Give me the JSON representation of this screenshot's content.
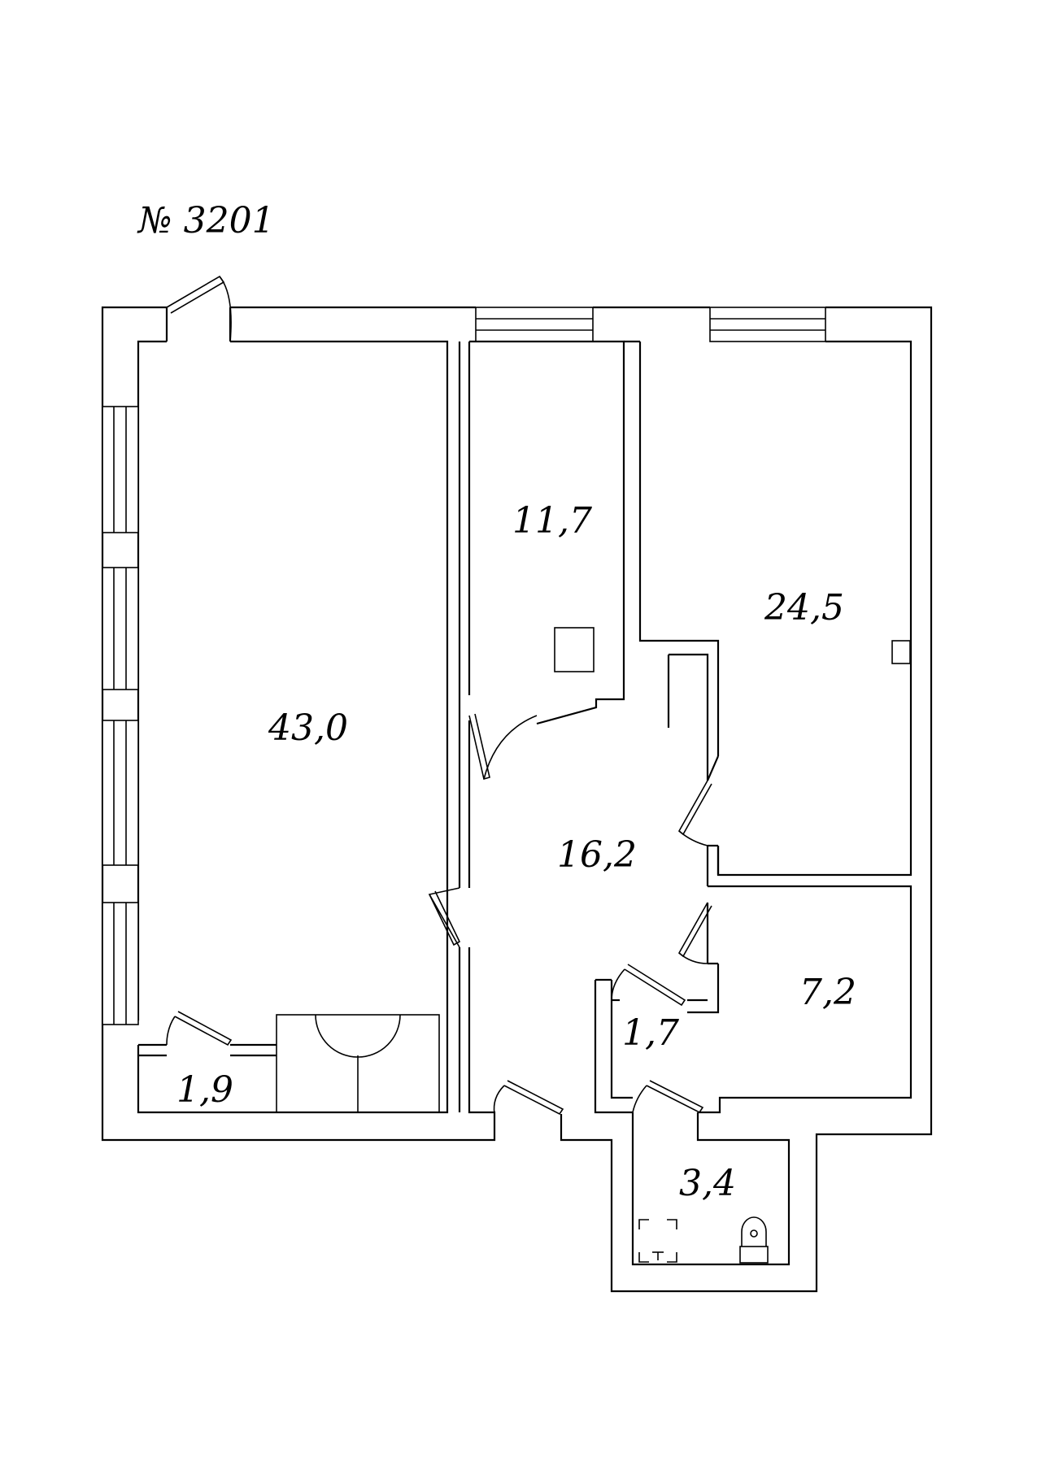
{
  "plan": {
    "title": "№ 3201",
    "rooms": {
      "living": "43,0",
      "kitchen": "11,7",
      "bedroom": "24,5",
      "hall": "16,2",
      "room_small": "7,2",
      "closet": "1,7",
      "storage": "1,9",
      "bathroom": "3,4"
    }
  }
}
